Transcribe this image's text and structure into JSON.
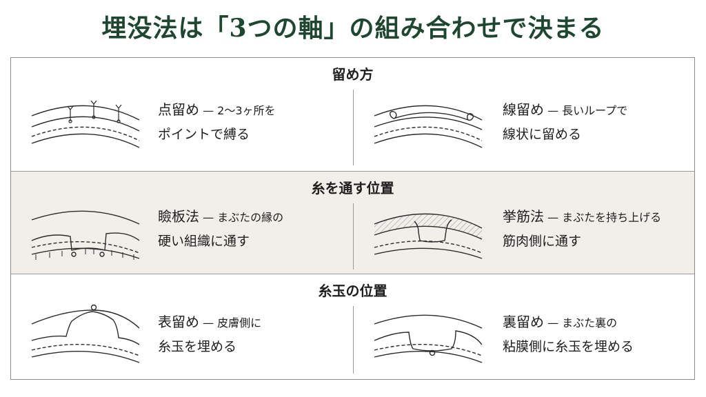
{
  "title": "埋没法は「3つの軸」の組み合わせで決まる",
  "sections": [
    {
      "heading": "留め方",
      "items": [
        {
          "term": "点留め",
          "desc": " — 2〜3ヶ所を",
          "line2": "ポイントで縛る"
        },
        {
          "term": "線留め",
          "desc": " — 長いループで",
          "line2": "線状に留める"
        }
      ]
    },
    {
      "heading": "糸を通す位置",
      "items": [
        {
          "term": "瞼板法",
          "desc": " — まぶたの縁の",
          "line2": "硬い組織に通す"
        },
        {
          "term": "挙筋法",
          "desc": " — まぶたを持ち上げる",
          "line2": "筋肉側に通す"
        }
      ]
    },
    {
      "heading": "糸玉の位置",
      "items": [
        {
          "term": "表留め",
          "desc": " — 皮膚側に",
          "line2": "糸玉を埋める"
        },
        {
          "term": "裏留め",
          "desc": " — まぶた裏の",
          "line2": "粘膜側に糸玉を埋める"
        }
      ]
    }
  ],
  "colors": {
    "title": "#1f4630",
    "line": "#2a2a2a",
    "band": "#f2efeb"
  }
}
